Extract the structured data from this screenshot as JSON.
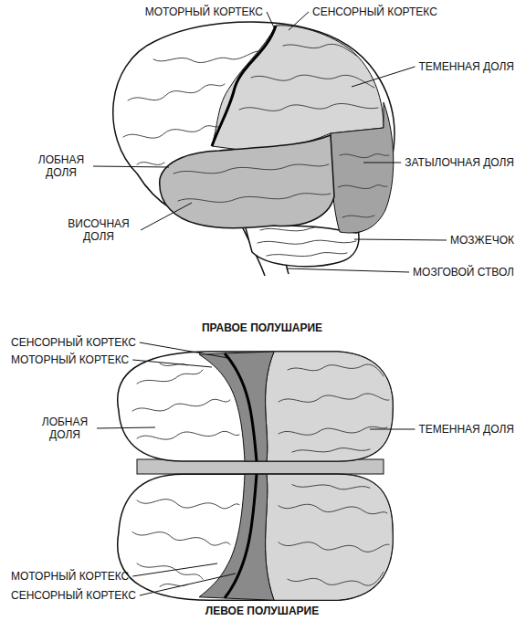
{
  "diagram": {
    "labels": [
      "МОТОРНЫЙ КОРТЕКС",
      "СЕНСОРНЫЙ КОРТЕКС",
      "ТЕМЕННАЯ ДОЛЯ",
      "ЛОБНАЯ ДОЛЯ",
      "ЗАТЫЛОЧНАЯ ДОЛЯ",
      "ВИСОЧНАЯ ДОЛЯ",
      "МОЗЖЕЧОК",
      "МОЗГОВОЙ СТВОЛ",
      "ПРАВОЕ ПОЛУШАРИЕ",
      "СЕНСОРНЫЙ КОРТЕКС",
      "МОТОРНЫЙ КОРТЕКС",
      "ЛОБНАЯ ДОЛЯ",
      "ТЕМЕННАЯ ДОЛЯ",
      "МОТОРНЫЙ КОРТЕКС",
      "СЕНСОРНЫЙ КОРТЕКС",
      "ЛЕВОЕ ПОЛУШАРИЕ"
    ]
  }
}
